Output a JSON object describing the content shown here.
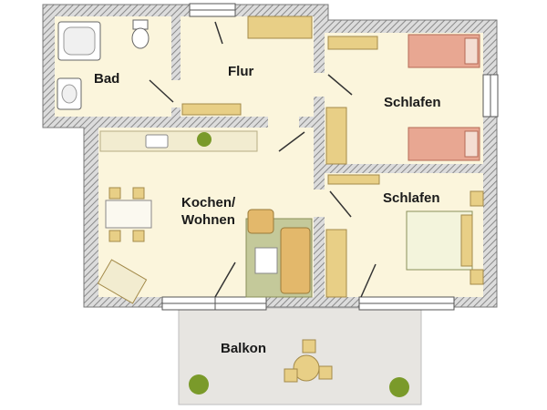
{
  "rooms": {
    "bad": "Bad",
    "flur": "Flur",
    "schlafen_1": "Schlafen",
    "kochen_line1": "Kochen/",
    "kochen_line2": "Wohnen",
    "schlafen_2": "Schlafen",
    "balkon": "Balkon"
  },
  "colors": {
    "floor": "#fbf5dc",
    "wall": "#9a9a9a",
    "balcony": "#e7e5e1",
    "bed": "#e8a792",
    "wood": "#e8cf86",
    "sofa": "#e3b86b",
    "plant": "#7a9a2a"
  }
}
